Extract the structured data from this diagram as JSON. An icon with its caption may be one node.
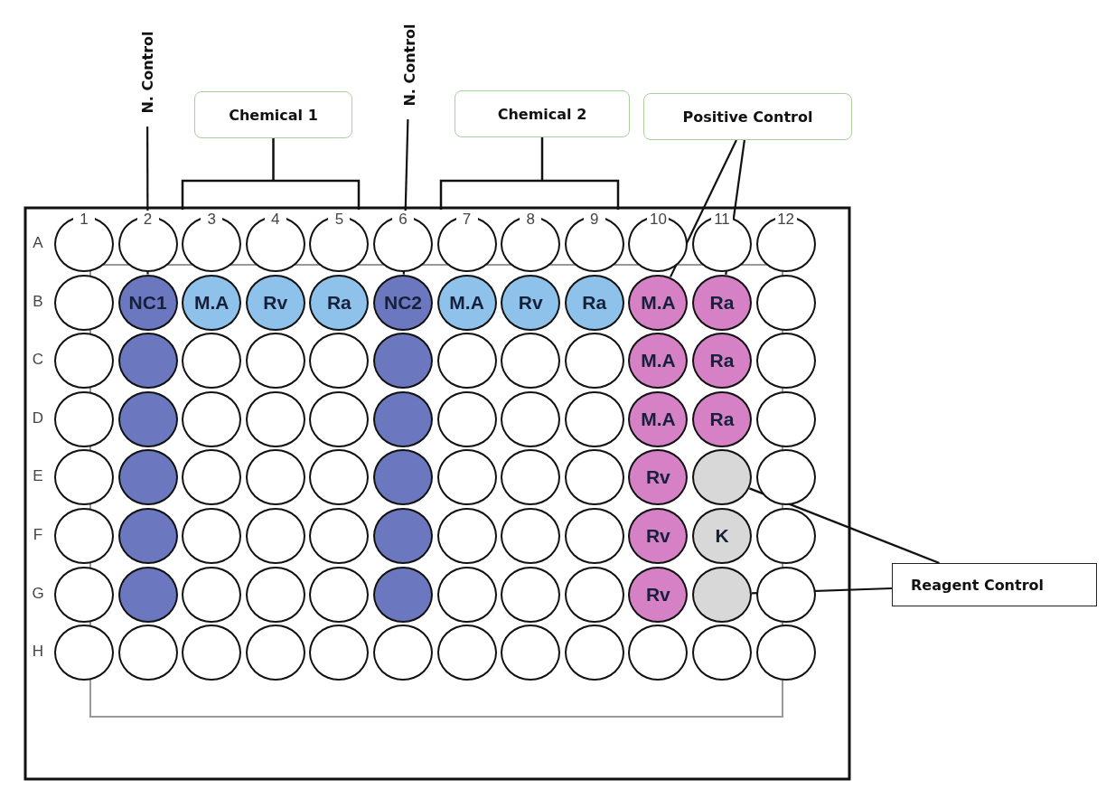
{
  "diagram": {
    "nodes": [
      {
        "text": [
          "N. Control"
        ]
      },
      {
        "text": [
          "Chemical 1"
        ]
      },
      {
        "text": [
          "N. Control"
        ]
      },
      {
        "text": [
          "Chemical 2"
        ]
      },
      {
        "text": [
          "Positive Control"
        ]
      },
      {
        "text": [
          "Reagent Control"
        ]
      },
      {
        "text": [],
        "shape": "circle"
      },
      {
        "text": [],
        "shape": "circle"
      },
      {
        "text": [],
        "shape": "circle"
      },
      {
        "text": [],
        "shape": "circle"
      },
      {
        "text": [],
        "shape": "circle"
      },
      {
        "text": [],
        "shape": "circle"
      },
      {
        "text": [],
        "shape": "circle"
      },
      {
        "text": [],
        "shape": "circle"
      },
      {
        "text": [],
        "shape": "circle"
      },
      {
        "text": [],
        "shape": "circle"
      },
      {
        "text": [],
        "shape": "circle"
      },
      {
        "text": [],
        "shape": "circle"
      },
      {
        "text": [],
        "shape": "circle"
      },
      {
        "text": [
          "NC1"
        ]
      },
      {
        "text": [
          "M.A"
        ]
      },
      {
        "text": [
          "Rv"
        ]
      },
      {
        "text": [
          "Ra"
        ]
      },
      {
        "text": [
          "NC2"
        ]
      },
      {
        "text": [
          "M.A"
        ]
      },
      {
        "text": [
          "Rv"
        ]
      },
      {
        "text": [
          "Ra"
        ]
      },
      {
        "text": [
          "M.A"
        ]
      },
      {
        "text": [
          "Ra"
        ]
      },
      {
        "text": [],
        "shape": "circle"
      },
      {
        "text": [],
        "shape": "circle"
      },
      {
        "text": [],
        "shape": "circle"
      },
      {
        "text": [],
        "shape": "circle"
      },
      {
        "text": [],
        "shape": "circle"
      },
      {
        "text": [],
        "shape": "circle"
      },
      {
        "text": [],
        "shape": "circle"
      },
      {
        "text": [],
        "shape": "circle"
      },
      {
        "text": [],
        "shape": "circle"
      },
      {
        "text": [],
        "shape": "circle"
      },
      {
        "text": [
          "M.A"
        ]
      },
      {
        "text": [
          "Ra"
        ]
      },
      {
        "text": [],
        "shape": "circle"
      },
      {
        "text": [],
        "shape": "circle"
      },
      {
        "text": [],
        "shape": "circle"
      },
      {
        "text": [],
        "shape": "circle"
      },
      {
        "text": [],
        "shape": "circle"
      },
      {
        "text": [],
        "shape": "circle"
      },
      {
        "text": [],
        "shape": "circle"
      },
      {
        "text": [],
        "shape": "circle"
      },
      {
        "text": [],
        "shape": "circle"
      },
      {
        "text": [],
        "shape": "circle"
      },
      {
        "text": [
          "M.A"
        ]
      },
      {
        "text": [
          "Ra"
        ]
      },
      {
        "text": [],
        "shape": "circle"
      },
      {
        "text": [],
        "shape": "circle"
      },
      {
        "text": [],
        "shape": "circle"
      },
      {
        "text": [],
        "shape": "circle"
      },
      {
        "text": [],
        "shape": "circle"
      },
      {
        "text": [],
        "shape": "circle"
      },
      {
        "text": [],
        "shape": "circle"
      },
      {
        "text": [],
        "shape": "circle"
      },
      {
        "text": [],
        "shape": "circle"
      },
      {
        "text": [],
        "shape": "circle"
      },
      {
        "text": [
          "Rv"
        ]
      },
      {
        "text": [],
        "shape": "circle"
      },
      {
        "text": [],
        "shape": "circle"
      },
      {
        "text": [],
        "shape": "circle"
      },
      {
        "text": [],
        "shape": "circle"
      },
      {
        "text": [],
        "shape": "circle"
      },
      {
        "text": [],
        "shape": "circle"
      },
      {
        "text": [],
        "shape": "circle"
      },
      {
        "text": [],
        "shape": "circle"
      },
      {
        "text": [],
        "shape": "circle"
      },
      {
        "text": [],
        "shape": "circle"
      },
      {
        "text": [],
        "shape": "circle"
      },
      {
        "text": [
          "Rv"
        ]
      },
      {
        "text": [
          "K"
        ]
      },
      {
        "text": [],
        "shape": "circle"
      },
      {
        "text": [],
        "shape": "circle"
      },
      {
        "text": [],
        "shape": "circle"
      },
      {
        "text": [],
        "shape": "circle"
      },
      {
        "text": [],
        "shape": "circle"
      },
      {
        "text": [],
        "shape": "circle"
      },
      {
        "text": [],
        "shape": "circle"
      },
      {
        "text": [],
        "shape": "circle"
      },
      {
        "text": [],
        "shape": "circle"
      },
      {
        "text": [],
        "shape": "circle"
      },
      {
        "text": [
          "Rv"
        ]
      },
      {
        "text": [],
        "shape": "circle"
      },
      {
        "text": [],
        "shape": "circle"
      },
      {
        "text": [],
        "shape": "circle"
      },
      {
        "text": [],
        "shape": "circle"
      },
      {
        "text": [],
        "shape": "circle"
      },
      {
        "text": [],
        "shape": "circle"
      },
      {
        "text": [],
        "shape": "circle"
      },
      {
        "text": [],
        "shape": "circle"
      },
      {
        "text": [],
        "shape": "circle"
      },
      {
        "text": [],
        "shape": "circle"
      },
      {
        "text": [],
        "shape": "circle"
      },
      {
        "text": [],
        "shape": "circle"
      },
      {
        "text": [],
        "shape": "circle"
      },
      {
        "text": [],
        "shape": "circle"
      }
    ],
    "edges": [
      {
        "from": 0,
        "to": 19,
        "arrow": "none"
      },
      {
        "from": 2,
        "to": 23,
        "arrow": "none"
      },
      {
        "from": 4,
        "to": 27,
        "arrow": "none"
      },
      {
        "from": 4,
        "to": 28,
        "arrow": "none"
      },
      {
        "from": 5,
        "to": 64,
        "arrow": "none"
      },
      {
        "from": 5,
        "to": 88,
        "arrow": "none"
      }
    ],
    "labels": [
      "1",
      "2",
      "3",
      "4",
      "5",
      "6",
      "7",
      "8",
      "9",
      "10",
      "11",
      "12",
      "A",
      "B",
      "C",
      "D",
      "E",
      "F",
      "G",
      "H"
    ]
  }
}
